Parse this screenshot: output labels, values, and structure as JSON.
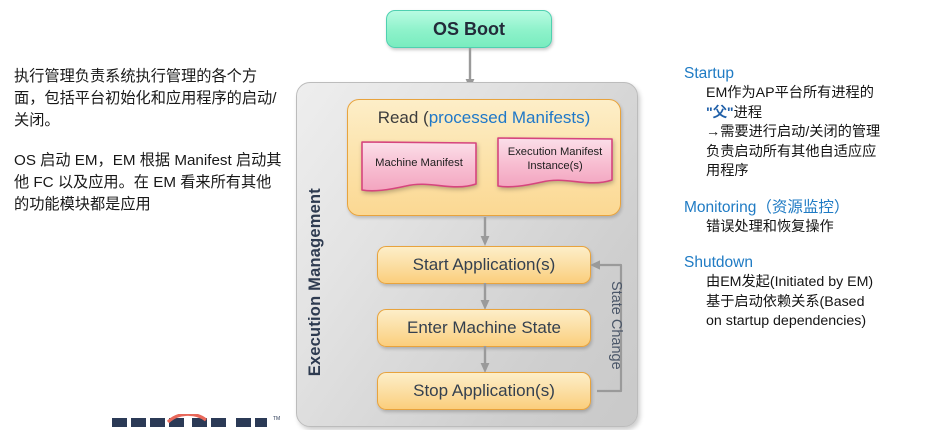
{
  "left_notes": {
    "paragraphs": [
      "执行管理负责系统执行管理的各个方面，包括平台初始化和应用程序的启动/关闭。",
      "OS 启动 EM，EM 根据 Manifest 启动其他 FC 以及应用。在 EM 看来所有其他的功能模块都是应用"
    ]
  },
  "diagram": {
    "os_boot_label": "OS Boot",
    "panel_label": "Execution Management",
    "read_box": {
      "title_plain": "Read (",
      "title_blue": "processed Manifests)",
      "documents": [
        {
          "name": "machine-manifest",
          "line1": "Machine Manifest",
          "line2": ""
        },
        {
          "name": "execution-manifest",
          "line1": "Execution Manifest",
          "line2": "Instance(s)"
        }
      ]
    },
    "flow_boxes": [
      {
        "id": "start",
        "label": "Start Application(s)"
      },
      {
        "id": "enter",
        "label": "Enter Machine State"
      },
      {
        "id": "stop",
        "label": "Stop Application(s)"
      }
    ],
    "loop_label": "State Change"
  },
  "right_notes": {
    "sections": [
      {
        "id": "startup",
        "heading": "Startup",
        "lines": [
          {
            "type": "mixed",
            "pre": "EM作为AP平台所有进程的",
            "emph": "",
            "post": ""
          },
          {
            "type": "mixed",
            "pre": "",
            "emph": "\"父\"",
            "post": "进程"
          },
          {
            "type": "plain",
            "text": "→需要进行启动/关闭的管理"
          },
          {
            "type": "plain",
            "text": "负责启动所有其他自适应应"
          },
          {
            "type": "plain",
            "text": "用程序"
          }
        ]
      },
      {
        "id": "monitoring",
        "heading": "Monitoring（资源监控）",
        "lines": [
          {
            "type": "plain",
            "text": "错误处理和恢复操作"
          }
        ]
      },
      {
        "id": "shutdown",
        "heading": "Shutdown",
        "lines": [
          {
            "type": "plain",
            "text": "由EM发起(Initiated by EM)"
          },
          {
            "type": "plain",
            "text": "基于启动依赖关系(Based"
          },
          {
            "type": "plain",
            "text": "on startup dependencies)"
          }
        ]
      }
    ]
  },
  "colors": {
    "heading_blue": "#1f7bc4",
    "accent_orange": "#e8a33d",
    "os_boot_green": "#8df2ca",
    "manifest_pink": "#f4a8c0",
    "panel_gray": "#dcdcdc",
    "arrow_gray": "#9a9a9a",
    "logo_red": "#e8685a",
    "logo_navy": "#2b3a56"
  },
  "logo": {
    "name": "autosar-logo",
    "alt": "AUTOSAR"
  }
}
